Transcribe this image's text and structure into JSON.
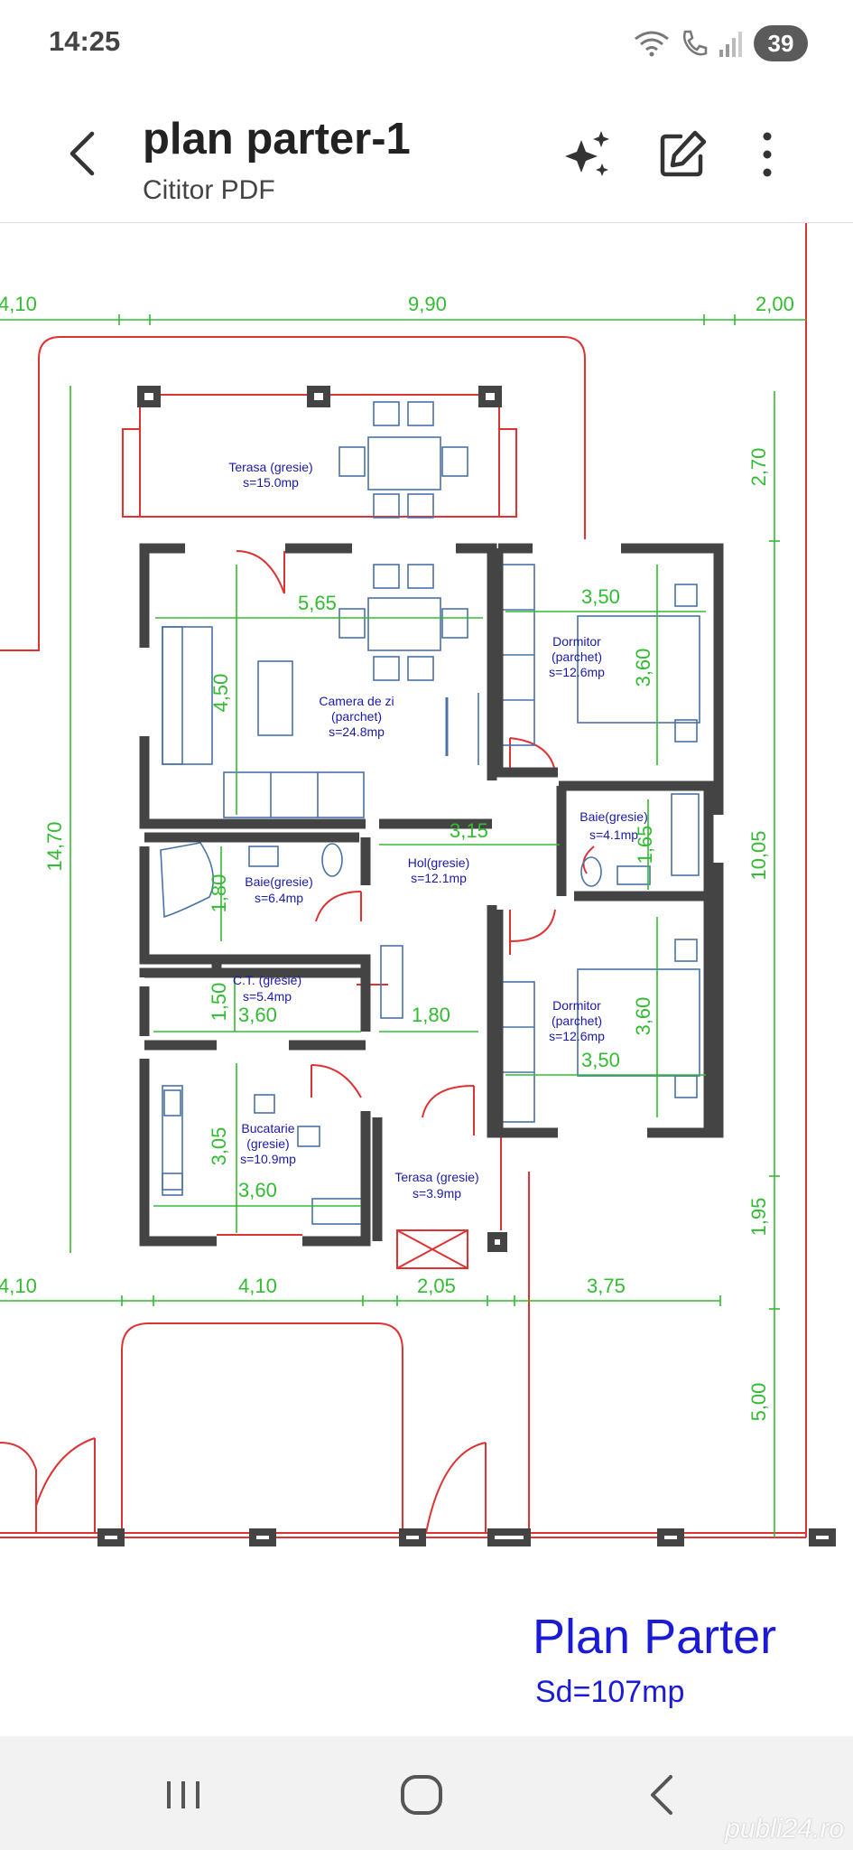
{
  "status": {
    "time": "14:25",
    "battery": "39"
  },
  "header": {
    "title": "plan parter-1",
    "subtitle": "Cititor PDF"
  },
  "plan": {
    "dims": {
      "top_left": "4,10",
      "top_mid": "9,90",
      "top_right": "2,00",
      "left_height": "14,70",
      "right_terrace": "2,70",
      "right_mid": "10,05",
      "right_low": "1,95",
      "right_bottom": "5,00",
      "living_w": "5,65",
      "living_h": "4,50",
      "hall_w": "3,15",
      "bath_h": "1,80",
      "ct_h": "1,50",
      "ct_w": "3,60",
      "kitchen_h": "3,05",
      "kitchen_w": "3,60",
      "corridor_w": "1,80",
      "bed1_w": "3,50",
      "bed1_h": "3,60",
      "bath2_h": "1,65",
      "bed2_h": "3,60",
      "bed2_w": "3,50",
      "bottom_left": "4,10",
      "bottom_a": "4,10",
      "bottom_b": "2,05",
      "bottom_c": "3,75"
    },
    "rooms": {
      "terasa_top": [
        "Terasa (gresie)",
        "s=15.0mp"
      ],
      "living": [
        "Camera de zi",
        "(parchet)",
        "s=24.8mp"
      ],
      "bed1": [
        "Dormitor",
        "(parchet)",
        "s=12.6mp"
      ],
      "bath_small": [
        "Baie(gresie)",
        "s=4.1mp"
      ],
      "hall": [
        "Hol(gresie)",
        "s=12.1mp"
      ],
      "bath": [
        "Baie(gresie)",
        "s=6.4mp"
      ],
      "ct": [
        "C.T. (gresie)",
        "s=5.4mp"
      ],
      "bed2": [
        "Dormitor",
        "(parchet)",
        "s=12.6mp"
      ],
      "kitchen": [
        "Bucatarie",
        "(gresie)",
        "s=10.9mp"
      ],
      "terasa_bottom": [
        "Terasa (gresie)",
        "s=3.9mp"
      ]
    },
    "caption": {
      "title": "Plan Parter",
      "area": "Sd=107mp"
    }
  },
  "watermark": "publi24.ro",
  "colors": {
    "wall": "#444444",
    "dimension": "#33bb33",
    "outline": "#dd3333",
    "room_text": "#1a1aa8",
    "caption": "#1b1bd6"
  }
}
